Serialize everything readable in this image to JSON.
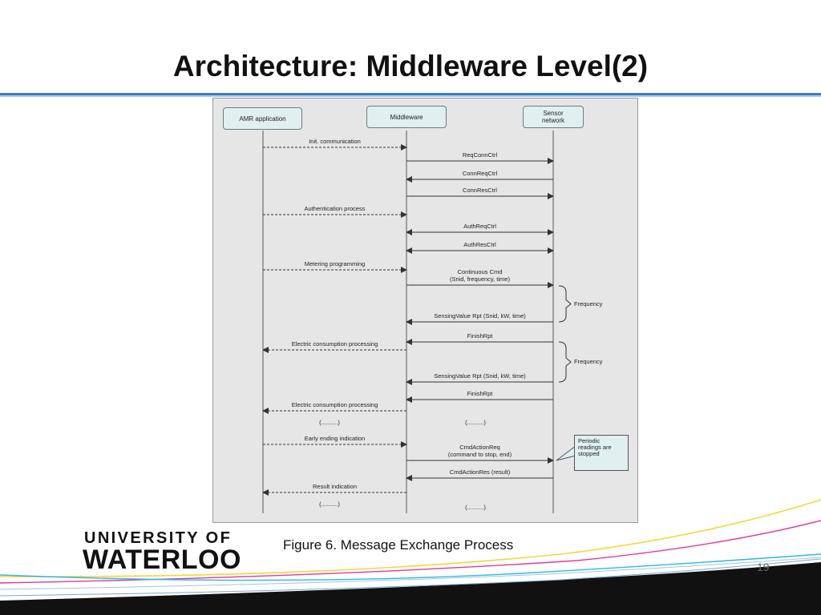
{
  "slide": {
    "title": "Architecture: Middleware Level(2)",
    "caption": "Figure 6. Message Exchange Process",
    "page_number": "19"
  },
  "logo": {
    "line1": "UNIVERSITY OF",
    "line2": "WATERLOO"
  },
  "diagram": {
    "actors": [
      {
        "id": "amr",
        "label": "AMR application"
      },
      {
        "id": "middleware",
        "label": "Middleware"
      },
      {
        "id": "sensor",
        "label": "Sensor network"
      }
    ],
    "messages": [
      {
        "label": "Init. communication",
        "from": "amr",
        "to": "middleware",
        "style": "dashed"
      },
      {
        "label": "ReqConnCtrl",
        "from": "middleware",
        "to": "sensor",
        "style": "solid"
      },
      {
        "label": "ConnReqCtrl",
        "from": "sensor",
        "to": "middleware",
        "style": "solid"
      },
      {
        "label": "ConnResCtrl",
        "from": "middleware",
        "to": "sensor",
        "style": "solid"
      },
      {
        "label": "Authentication process",
        "from": "amr",
        "to": "middleware",
        "style": "dashed"
      },
      {
        "label": "AuthReqCtrl",
        "from": "middleware",
        "to": "sensor",
        "style": "both"
      },
      {
        "label": "AuthResCtrl",
        "from": "middleware",
        "to": "sensor",
        "style": "both"
      },
      {
        "label": "Metering programming",
        "from": "amr",
        "to": "middleware",
        "style": "dashed"
      },
      {
        "label": "Continuous Cmd\n(Snid, frequency, time)",
        "from": "middleware",
        "to": "sensor",
        "style": "solid"
      },
      {
        "label": "SensingValue Rpt (Snid, kW, time)",
        "from": "sensor",
        "to": "middleware",
        "style": "solid"
      },
      {
        "label": "FinishRpt",
        "from": "sensor",
        "to": "middleware",
        "style": "solid"
      },
      {
        "label": "Electric consumption processing",
        "from": "middleware",
        "to": "amr",
        "style": "dashed"
      },
      {
        "label": "SensingValue Rpt (Snid, kW, time)",
        "from": "sensor",
        "to": "middleware",
        "style": "solid"
      },
      {
        "label": "FinishRpt",
        "from": "sensor",
        "to": "middleware",
        "style": "solid"
      },
      {
        "label": "Electric consumption processing",
        "from": "middleware",
        "to": "amr",
        "style": "dashed"
      },
      {
        "label": "Early ending indication",
        "from": "amr",
        "to": "middleware",
        "style": "dashed"
      },
      {
        "label": "CmdActionReq\n(command to stop, end)",
        "from": "middleware",
        "to": "sensor",
        "style": "solid"
      },
      {
        "label": "CmdActionRes (result)",
        "from": "sensor",
        "to": "middleware",
        "style": "solid"
      },
      {
        "label": "Result indication",
        "from": "middleware",
        "to": "amr",
        "style": "dashed"
      }
    ],
    "ellipses": [
      "(..........)",
      "(..........)",
      "(..........)",
      "(..........)"
    ],
    "braces": [
      {
        "label": "Frequency"
      },
      {
        "label": "Frequency"
      }
    ],
    "note": "Periodic\nreadings are\nstopped"
  },
  "colors": {
    "title_rule": "#3b7fbf",
    "actor_fill": "#e0eff0",
    "diagram_bg": "#e6e6e6",
    "swoosh_yellow": "#f5d63a",
    "swoosh_magenta": "#e0399a",
    "swoosh_cyan": "#2fb6e6",
    "swoosh_dark": "#111111"
  }
}
